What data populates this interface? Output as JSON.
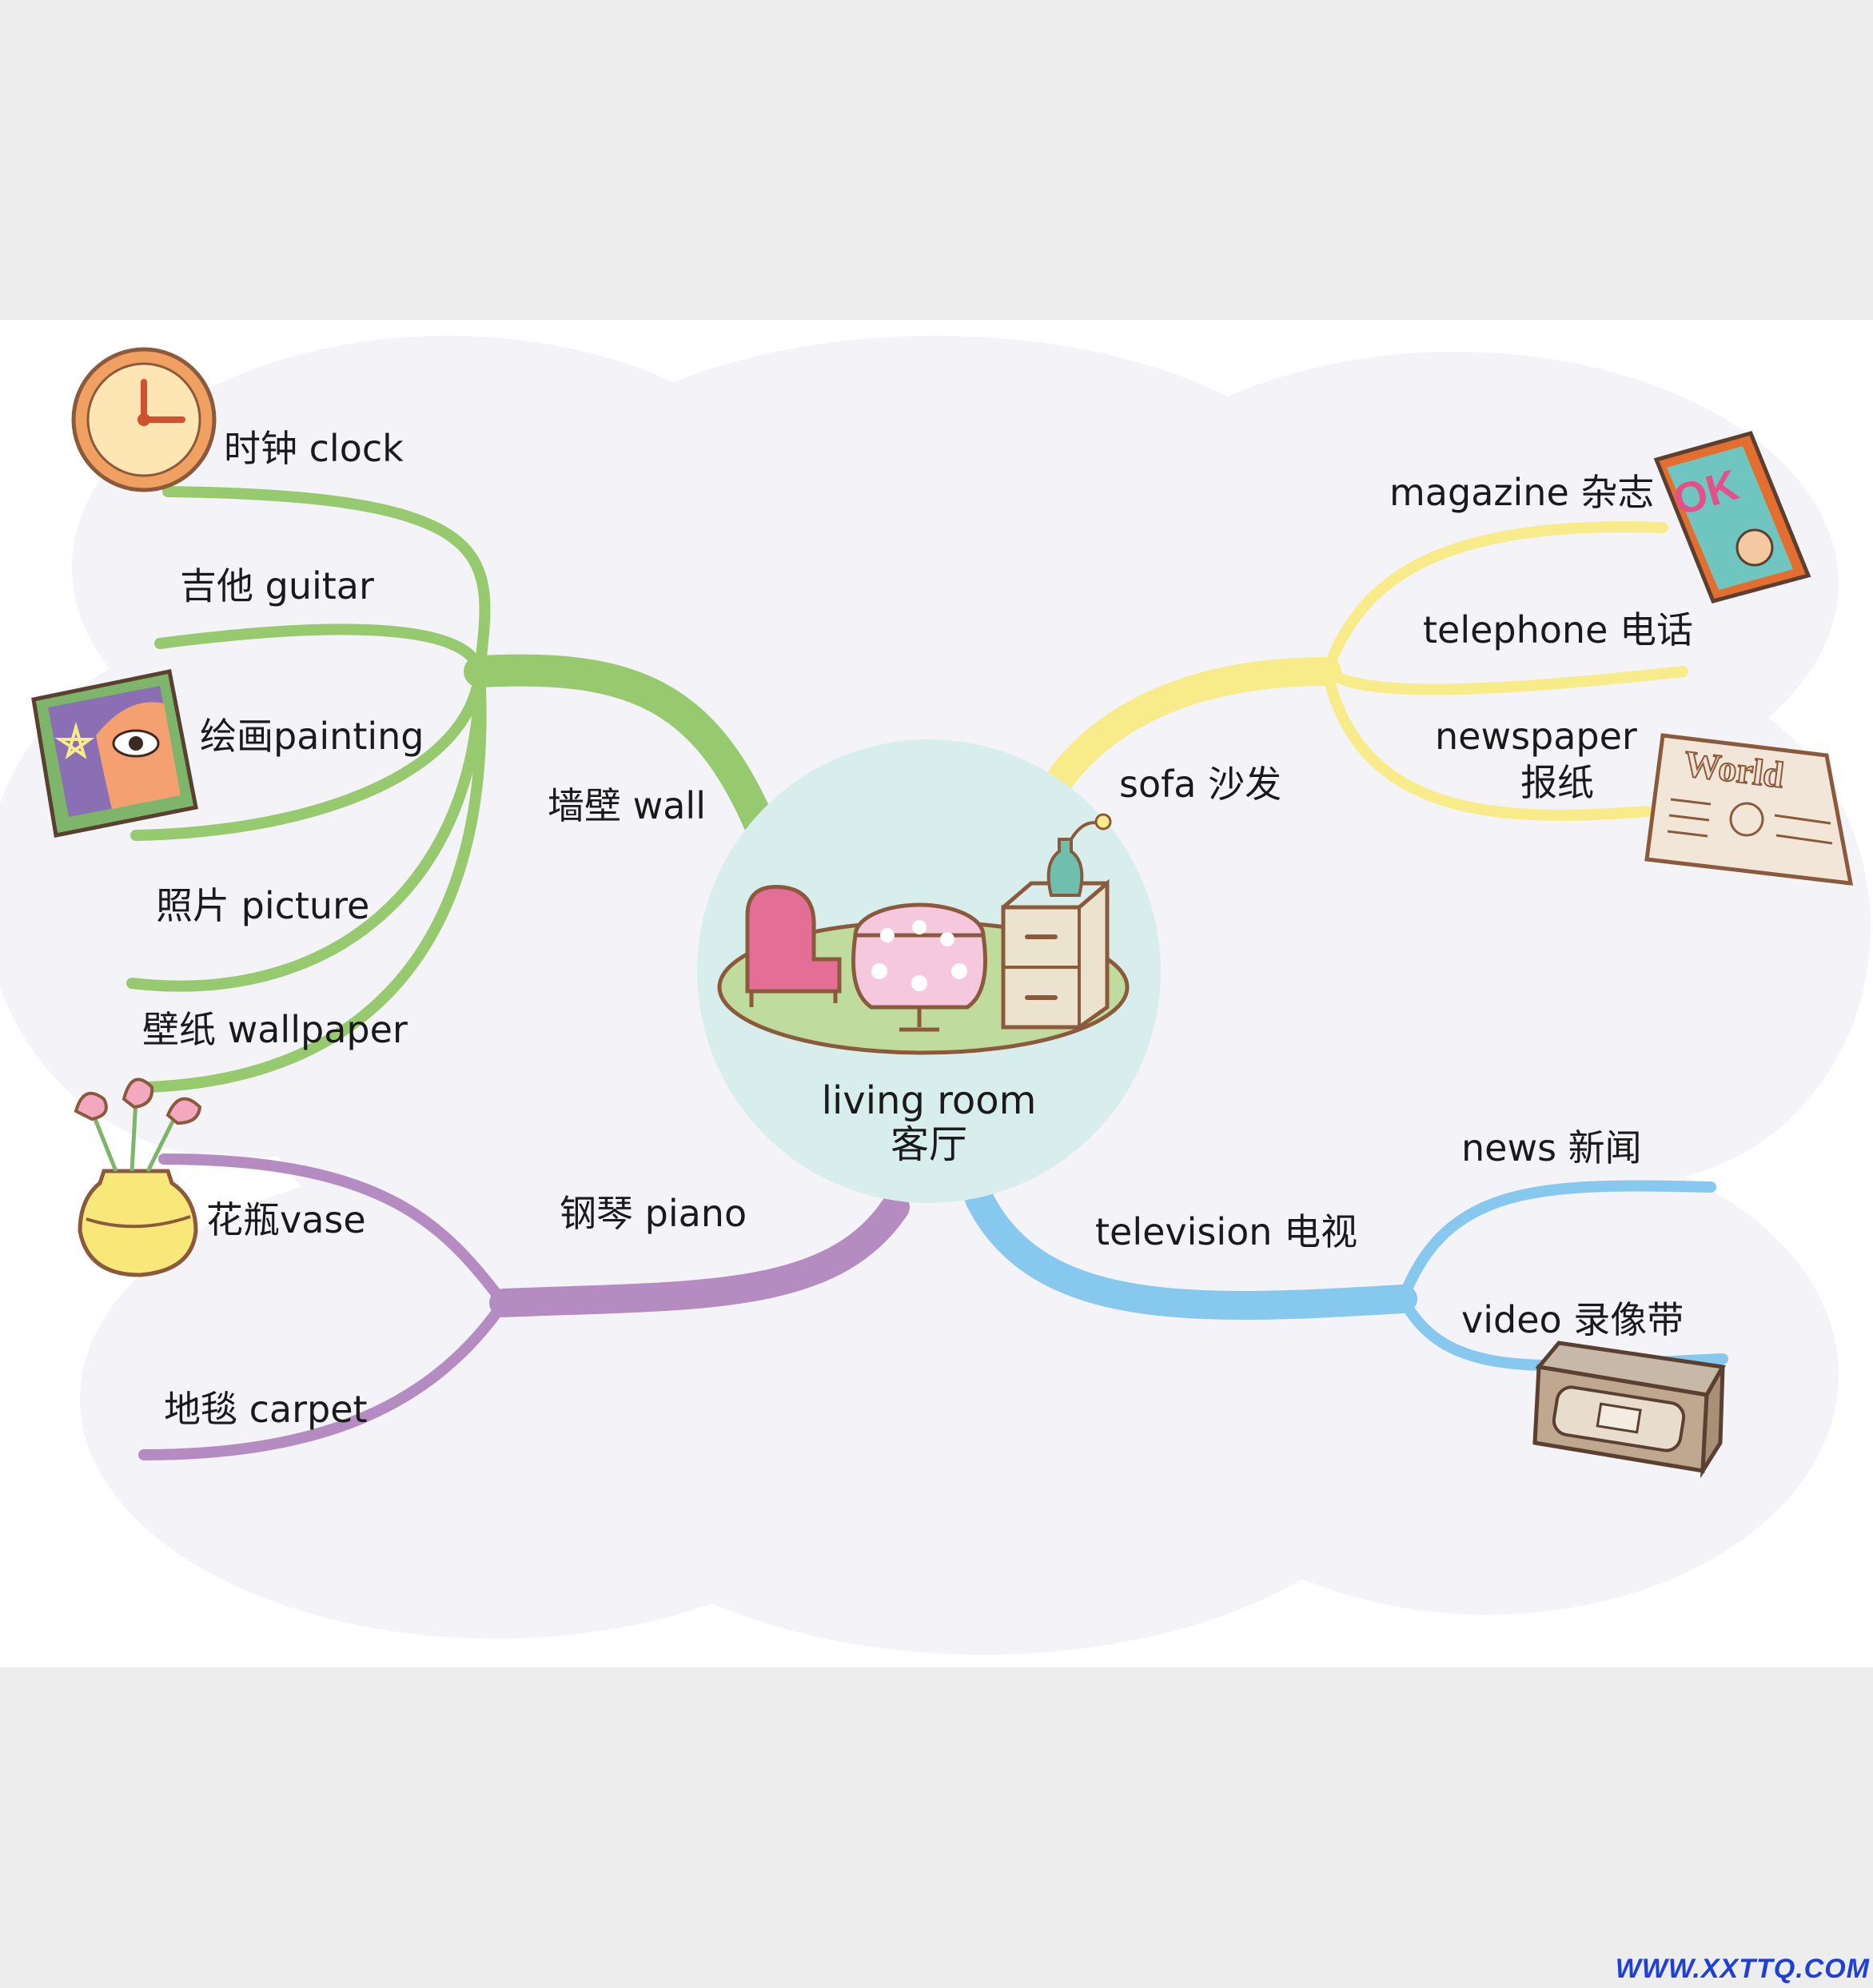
{
  "center": {
    "line1": "living room",
    "line2": "客厅"
  },
  "branches": {
    "wall": {
      "label": "墙壁 wall",
      "color": "#97c96f",
      "items": [
        "时钟 clock",
        "吉他 guitar",
        "绘画painting",
        "照片 picture",
        "壁纸 wallpaper"
      ]
    },
    "piano": {
      "label": "钢琴 piano",
      "color": "#b58cc1",
      "items": [
        "花瓶vase",
        "地毯 carpet"
      ]
    },
    "sofa": {
      "label": "sofa 沙发",
      "color": "#f8ec8a",
      "items": [
        "magazine 杂志",
        "telephone 电话",
        "newspaper",
        "报纸"
      ]
    },
    "television": {
      "label": "television 电视",
      "color": "#86c8ee",
      "items": [
        "news 新闻",
        "video 录像带"
      ]
    }
  },
  "icons": [
    "clock-icon",
    "painting-icon",
    "vase-icon",
    "magazine-icon",
    "newspaper-icon",
    "videotape-icon",
    "living-room-furniture-icon"
  ],
  "magazine_cover_text": "OK",
  "newspaper_masthead": "World",
  "watermark": "WWW.XXTTQ.COM"
}
